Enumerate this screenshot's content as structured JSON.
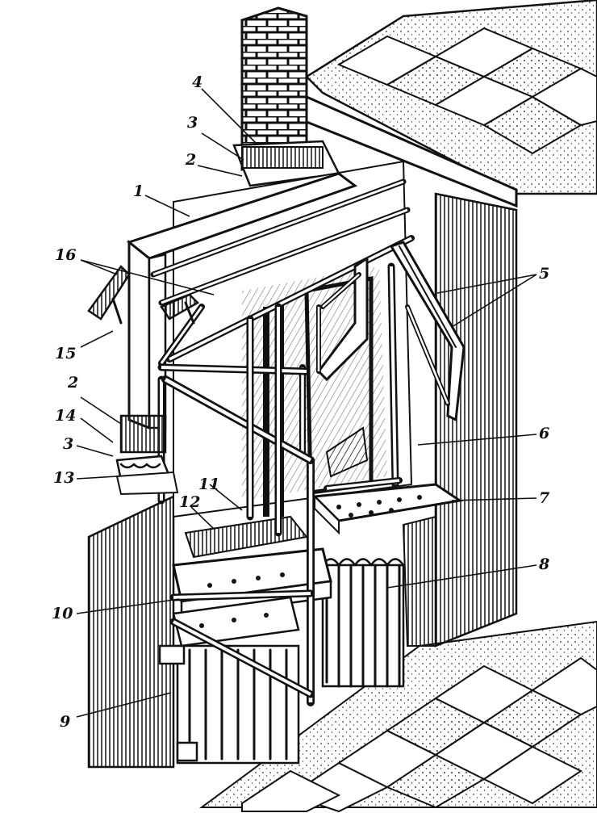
{
  "figure": {
    "labels": {
      "l1": "1",
      "l2_top": "2",
      "l3_top": "3",
      "l4": "4",
      "l5": "5",
      "l6": "6",
      "l7": "7",
      "l8": "8",
      "l9": "9",
      "l10": "10",
      "l11": "11",
      "l12": "12",
      "l13": "13",
      "l14": "14",
      "l3_bottom": "3",
      "l2_bottom": "2",
      "l15": "15",
      "l16": "16"
    }
  }
}
